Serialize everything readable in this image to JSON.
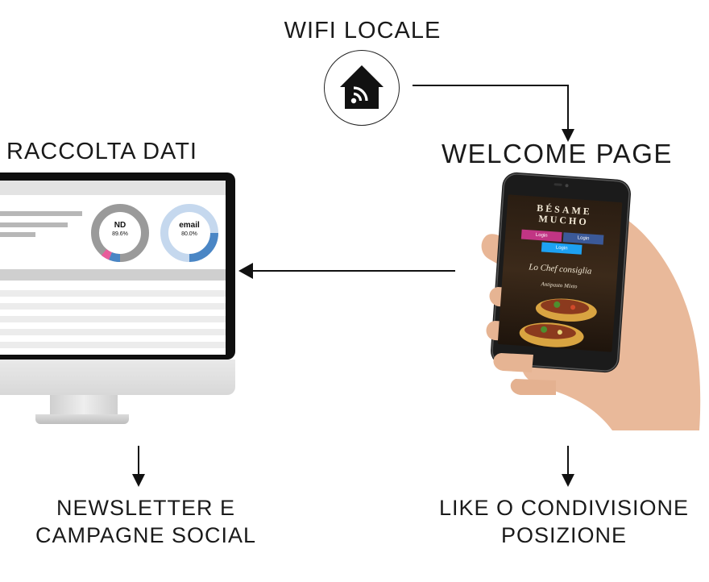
{
  "labels": {
    "wifi": "WIFI LOCALE",
    "raccolta": "RACCOLTA DATI",
    "welcome": "WELCOME PAGE",
    "newsletter_line1": "NEWSLETTER E",
    "newsletter_line2": "CAMPAGNE SOCIAL",
    "like_line1": "LIKE O CONDIVISIONE",
    "like_line2": "POSIZIONE"
  },
  "dashboard": {
    "donut1": {
      "label": "ND",
      "value": "89.6%"
    },
    "donut2": {
      "label": "email",
      "value": "80.0%"
    }
  },
  "phone": {
    "brand_line1": "BÉSAME",
    "brand_line2": "MUCHO",
    "login_buttons": [
      "Login",
      "Login",
      "Login"
    ],
    "chef_text": "Lo Chef consiglia",
    "dish_text": "Antipasto Mixto"
  },
  "colors": {
    "text": "#1a1a1a",
    "instagram": "#c13584",
    "facebook": "#3b5998",
    "twitter": "#1da1f2",
    "donut_gray": "#9a9a9a",
    "donut_blue": "#4a86c5",
    "donut_pink": "#e85c9b",
    "donut_lightblue": "#c5d8ee"
  }
}
